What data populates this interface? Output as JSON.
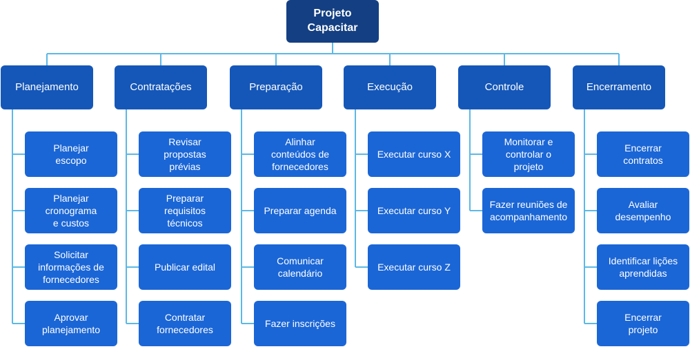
{
  "diagram": {
    "root": {
      "label": "Projeto\nCapacitar"
    },
    "categories": [
      {
        "label": "Planejamento",
        "tasks": [
          "Planejar\nescopo",
          "Planejar\ncronograma\ne custos",
          "Solicitar\ninformações de\nfornecedores",
          "Aprovar\nplanejamento"
        ]
      },
      {
        "label": "Contratações",
        "tasks": [
          "Revisar\npropostas\nprévias",
          "Preparar\nrequisitos\ntécnicos",
          "Publicar edital",
          "Contratar\nfornecedores"
        ]
      },
      {
        "label": "Preparação",
        "tasks": [
          "Alinhar\nconteúdos de\nfornecedores",
          "Preparar agenda",
          "Comunicar\ncalendário",
          "Fazer inscrições"
        ]
      },
      {
        "label": "Execução",
        "tasks": [
          "Executar curso X",
          "Executar curso Y",
          "Executar curso Z"
        ]
      },
      {
        "label": "Controle",
        "tasks": [
          "Monitorar e\ncontrolar o\nprojeto",
          "Fazer reuniões de\nacompanhamento"
        ]
      },
      {
        "label": "Encerramento",
        "tasks": [
          "Encerrar\ncontratos",
          "Avaliar\ndesempenho",
          "Identificar lições\naprendidas",
          "Encerrar\nprojeto"
        ]
      }
    ],
    "colors": {
      "root": "#143f82",
      "category": "#1557b8",
      "task": "#1b66d6",
      "connector": "#5cb8e6",
      "text": "#ffffff"
    }
  }
}
